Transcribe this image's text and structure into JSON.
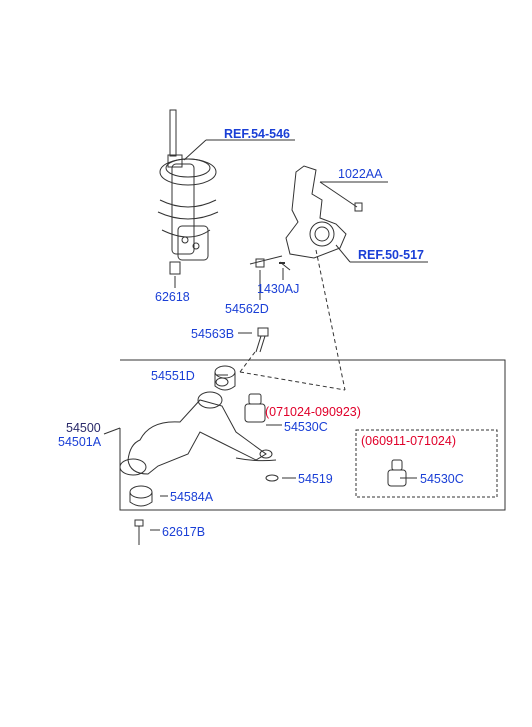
{
  "colors": {
    "ref": "#1a3fd6",
    "partno": "#1a3fd6",
    "date": "#e0002a",
    "drawing": "#333333"
  },
  "refs": {
    "strut": "REF.54-546",
    "knuckle": "REF.50-517"
  },
  "parts": {
    "p1022AA": "1022AA",
    "p62618": "62618",
    "p1430AJ": "1430AJ",
    "p54562D": "54562D",
    "p54563B": "54563B",
    "p54551D": "54551D",
    "p54530C_a": "54530C",
    "p54500": "54500",
    "p54501A": "54501A",
    "p54519": "54519",
    "p54584A": "54584A",
    "p62617B": "62617B",
    "p54530C_b": "54530C"
  },
  "dates": {
    "d1": "(071024-090923)",
    "d2": "(060911-071024)"
  }
}
